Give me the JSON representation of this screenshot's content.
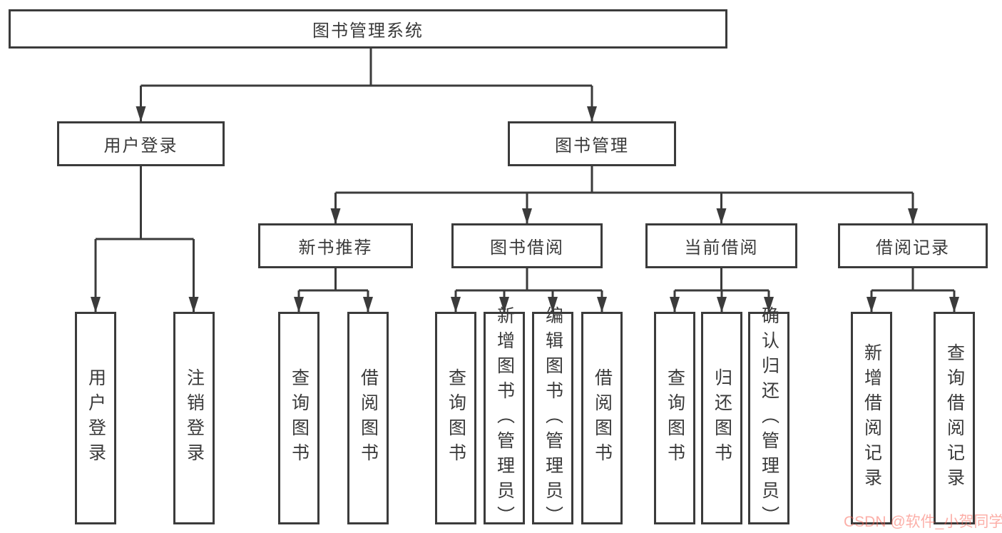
{
  "colors": {
    "line": "#3b3b3b",
    "text": "#3a3a3a",
    "background": "#ffffff",
    "watermark": "rgba(250,96,82,0.5)"
  },
  "tree": {
    "root": {
      "label": "图书管理系统"
    },
    "branches": [
      {
        "label": "用户登录",
        "children": [
          {
            "label": "用户登录"
          },
          {
            "label": "注销登录"
          }
        ]
      },
      {
        "label": "图书管理",
        "children": [
          {
            "label": "新书推荐",
            "children": [
              {
                "label": "查询图书"
              },
              {
                "label": "借阅图书"
              }
            ]
          },
          {
            "label": "图书借阅",
            "children": [
              {
                "label": "查询图书"
              },
              {
                "label": "新增图书（管理员）"
              },
              {
                "label": "编辑图书（管理员）"
              },
              {
                "label": "借阅图书"
              }
            ]
          },
          {
            "label": "当前借阅",
            "children": [
              {
                "label": "查询图书"
              },
              {
                "label": "归还图书"
              },
              {
                "label": "确认归还（管理员）"
              }
            ]
          },
          {
            "label": "借阅记录",
            "children": [
              {
                "label": "新增借阅记录"
              },
              {
                "label": "查询借阅记录"
              }
            ]
          }
        ]
      }
    ]
  },
  "watermark": {
    "text": "CSDN @软件_小贺同学"
  }
}
